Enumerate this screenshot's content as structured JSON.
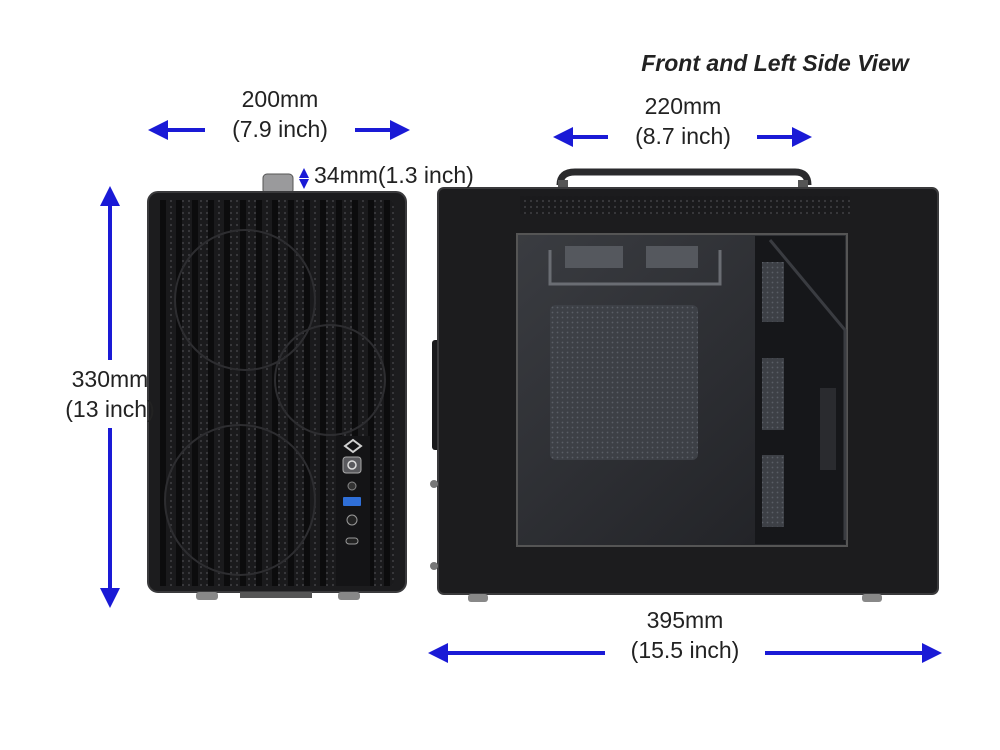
{
  "title": "Front and Left Side View",
  "dimensions": {
    "front_width": {
      "mm": "200mm",
      "inch": "(7.9 inch)"
    },
    "handle_height": {
      "text": "34mm(1.3 inch)"
    },
    "height": {
      "mm": "330mm",
      "inch": "(13 inch)"
    },
    "side_depth_top": {
      "mm": "220mm",
      "inch": "(8.7 inch)"
    },
    "side_depth_bottom": {
      "mm": "395mm",
      "inch": "(15.5 inch)"
    }
  },
  "colors": {
    "arrow": "#1a1ad6",
    "case": "#1c1c1e",
    "case_edge": "#3a3a3c",
    "glass": "#2b2d31"
  }
}
